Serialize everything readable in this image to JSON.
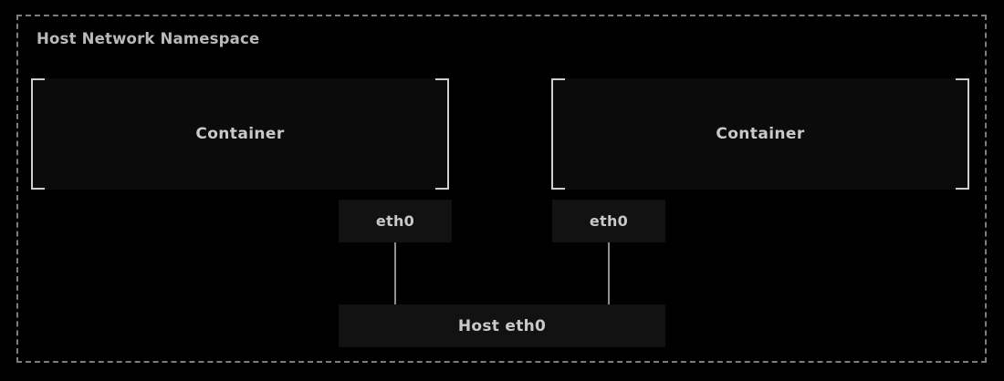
{
  "diagram": {
    "title": "Host Network Namespace",
    "colors": {
      "background": "#000000",
      "namespace_border": "#7d7d7d",
      "container_border": "#cfcfcf",
      "container_fill": "#0b0b0b",
      "interface_fill": "#121212",
      "connector": "#8f8f8f",
      "text": "#c9c9c9",
      "title_text": "#b9b9b9"
    },
    "containers": [
      {
        "label": "Container",
        "interface": "eth0"
      },
      {
        "label": "Container",
        "interface": "eth0"
      }
    ],
    "host_interface": {
      "label": "Host eth0"
    }
  }
}
